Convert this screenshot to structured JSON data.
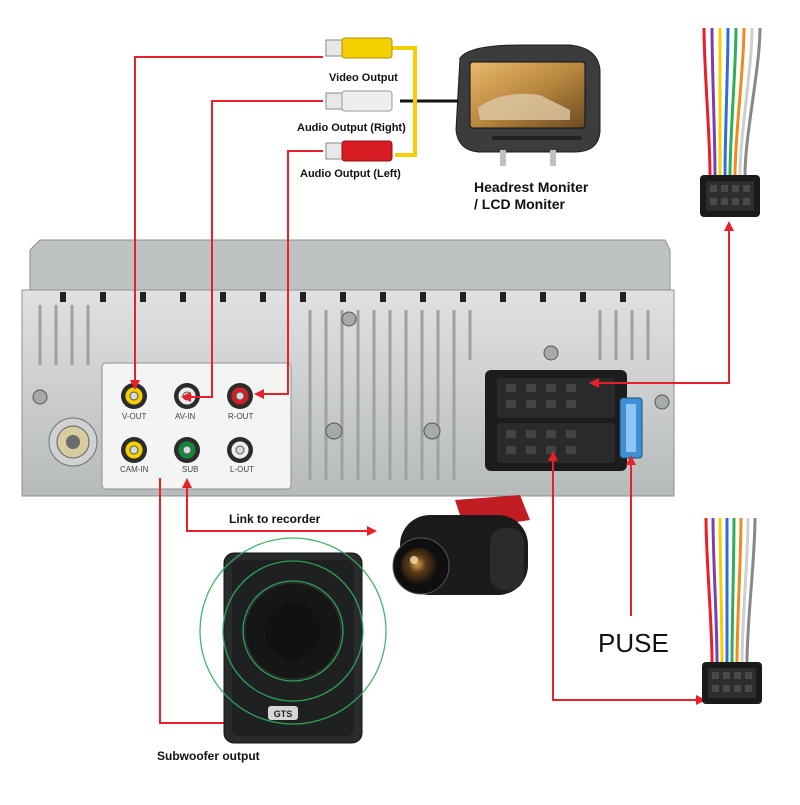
{
  "labels": {
    "video_output": "Video  Output",
    "audio_output_right": "Audio Output (Right)",
    "audio_output_left": "Audio  Output (Left)",
    "headrest_line1": "Headrest Moniter",
    "headrest_line2": "/ LCD Moniter",
    "link_to_recorder": "Link to recorder",
    "fuse": "PUSE",
    "subwoofer_output": "Subwoofer output"
  },
  "ports": {
    "v_out": "V-OUT",
    "av_in": "AV-IN",
    "r_out": "R-OUT",
    "cam_in": "CAM-IN",
    "sub": "SUB",
    "l_out": "L-OUT"
  },
  "subwoofer_badge": "GTS",
  "colors": {
    "wire": "#e8202a",
    "rca_yellow": "#f4d000",
    "rca_white": "#eeeeee",
    "rca_red": "#d81c24",
    "rca_green": "#0e8a3c",
    "chassis": "#c9cccd",
    "connector": "#1a1a1a",
    "ring": "#2fae5a"
  },
  "harness_wire_colors": [
    "#e8202a",
    "#7b3fb0",
    "#f4d000",
    "#2d6fd6",
    "#2fae5a",
    "#f08a1c",
    "#ffffff",
    "#888888"
  ]
}
